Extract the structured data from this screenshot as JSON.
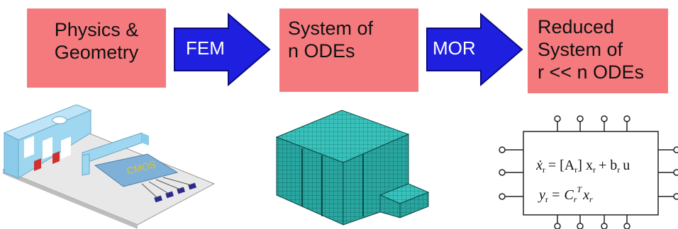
{
  "steps": [
    {
      "lines": [
        "Physics &",
        "Geometry"
      ]
    },
    {
      "lines": [
        "System of",
        "n ODEs"
      ]
    },
    {
      "lines": [
        "Reduced",
        "System of",
        "r << n ODEs"
      ]
    }
  ],
  "arrows": [
    {
      "label": "FEM"
    },
    {
      "label": "MOR"
    }
  ],
  "chip_label": "CMOS",
  "equations": {
    "state": {
      "x": "ẋ",
      "sub": "r",
      "rest": "= [A",
      "rest_sub": "r",
      "mid": "] x",
      "mid_sub": "r",
      "tail": "+ b",
      "tail_sub": "r",
      "end": "u"
    },
    "output": {
      "y": "y",
      "y_sub": "r",
      "eq": "= C",
      "c_sub": "r",
      "c_sup": "T",
      "x": "x",
      "x_sub": "r"
    }
  },
  "colors": {
    "box_fill": "#f47a7e",
    "arrow_fill": "#1f1fe0",
    "arrow_stroke": "#0a0a80",
    "mesh_fill": "#2aa6a0",
    "mems_fill": "#9fd6f0"
  }
}
